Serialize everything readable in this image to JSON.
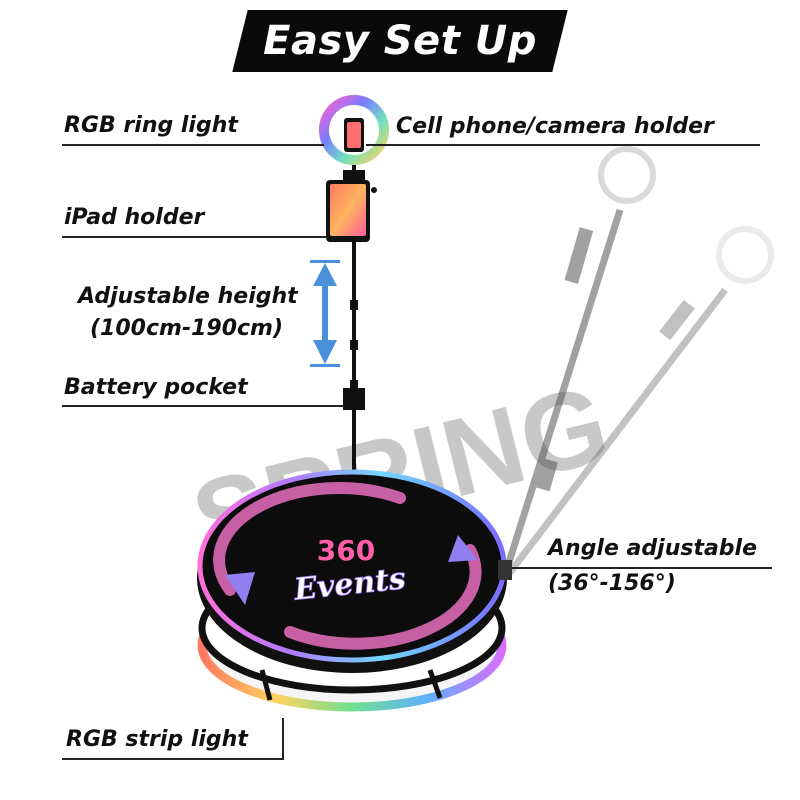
{
  "title": "Easy Set Up",
  "watermark": "SPRING",
  "labels": {
    "ring_light": "RGB ring light",
    "phone_holder": "Cell phone/camera holder",
    "ipad_holder": "iPad holder",
    "height_line1": "Adjustable height",
    "height_line2": "(100cm-190cm)",
    "battery": "Battery pocket",
    "angle_line1": "Angle adjustable",
    "angle_line2": "(36°-156°)",
    "strip_light": "RGB strip light"
  },
  "platform_logo": {
    "number": "360",
    "word": "Events"
  },
  "colors": {
    "banner": "#0a0a0a",
    "arrow_pink": "#e86fc0",
    "arrow_blue": "#8f7ff0",
    "ring_blue": "#5aa0f0",
    "height_arrow": "#4a90d9",
    "watermark": "#9a9a9a"
  }
}
